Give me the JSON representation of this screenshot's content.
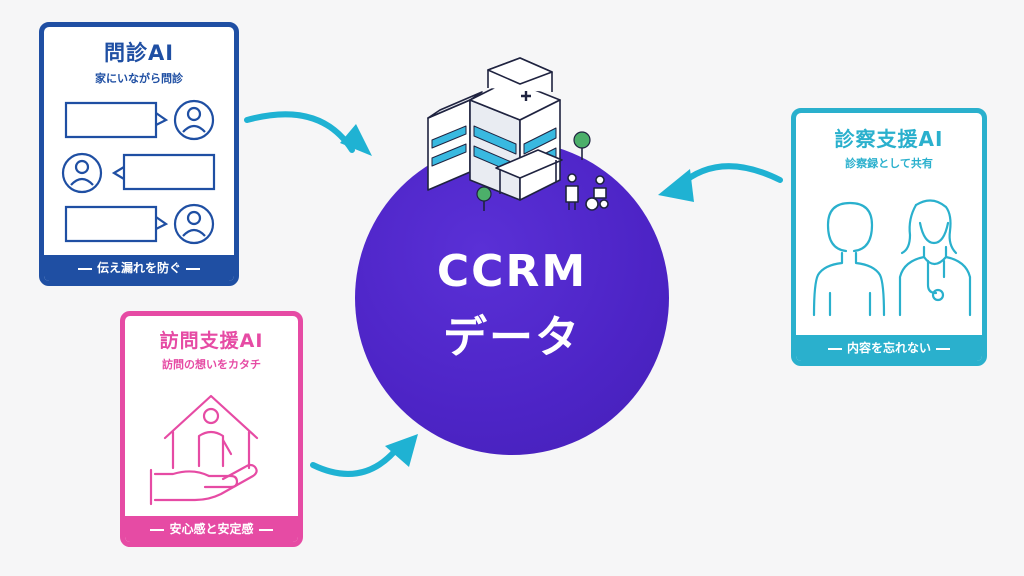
{
  "hub": {
    "line1": "CCRM",
    "line2": "データ",
    "color": "#4d24c6"
  },
  "cards": {
    "monshin": {
      "title": "問診AI",
      "subtitle": "家にいながら問診",
      "footer": "伝え漏れを防ぐ",
      "color": "#1f4fa3",
      "icon": "chat-with-users-icon"
    },
    "homon": {
      "title": "訪問支援AI",
      "subtitle": "訪問の想いをカタチ",
      "footer": "安心感と安定感",
      "color": "#e64ba4",
      "icon": "house-in-hand-icon"
    },
    "shinsatsu": {
      "title": "診察支援AI",
      "subtitle": "診察録として共有",
      "footer": "内容を忘れない",
      "color": "#2ab0cd",
      "icon": "patient-and-nurse-icon"
    }
  },
  "arrow_color": "#1fb2d3",
  "hospital_icon": "hospital-building-icon"
}
